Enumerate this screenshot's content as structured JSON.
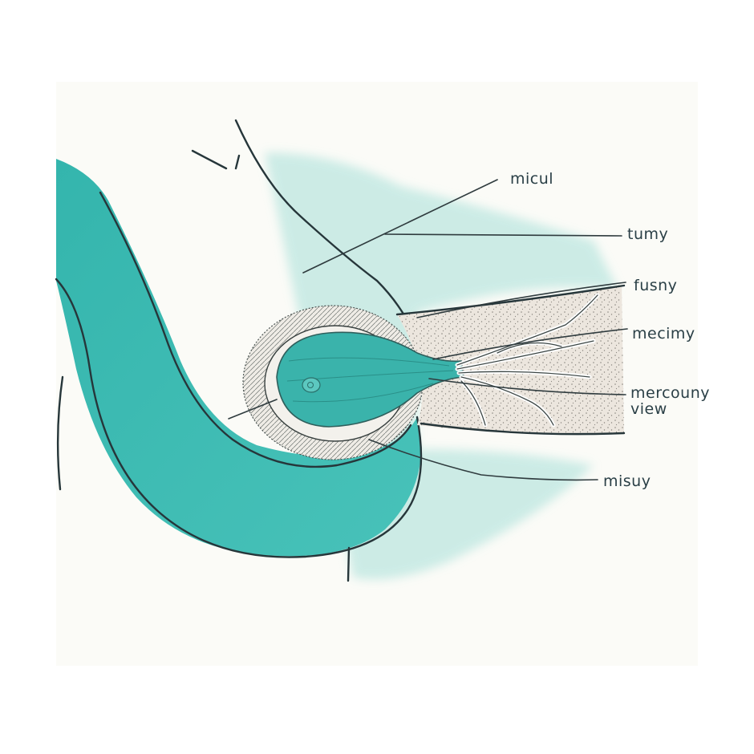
{
  "diagram": {
    "labels": [
      {
        "id": "micul",
        "text": "micul"
      },
      {
        "id": "tumy",
        "text": "tumy"
      },
      {
        "id": "fusny",
        "text": "fusny"
      },
      {
        "id": "mecimy",
        "text": "mecimy"
      },
      {
        "id": "mercouny-view",
        "text": "mercouny view"
      },
      {
        "id": "misuy",
        "text": "misuy"
      }
    ]
  },
  "colors": {
    "paper": "#fbfbf7",
    "teal": "#3fbcb4",
    "teal_wash": "#bfe7e0",
    "ink": "#26363a",
    "stipple": "#e8e3dc"
  }
}
